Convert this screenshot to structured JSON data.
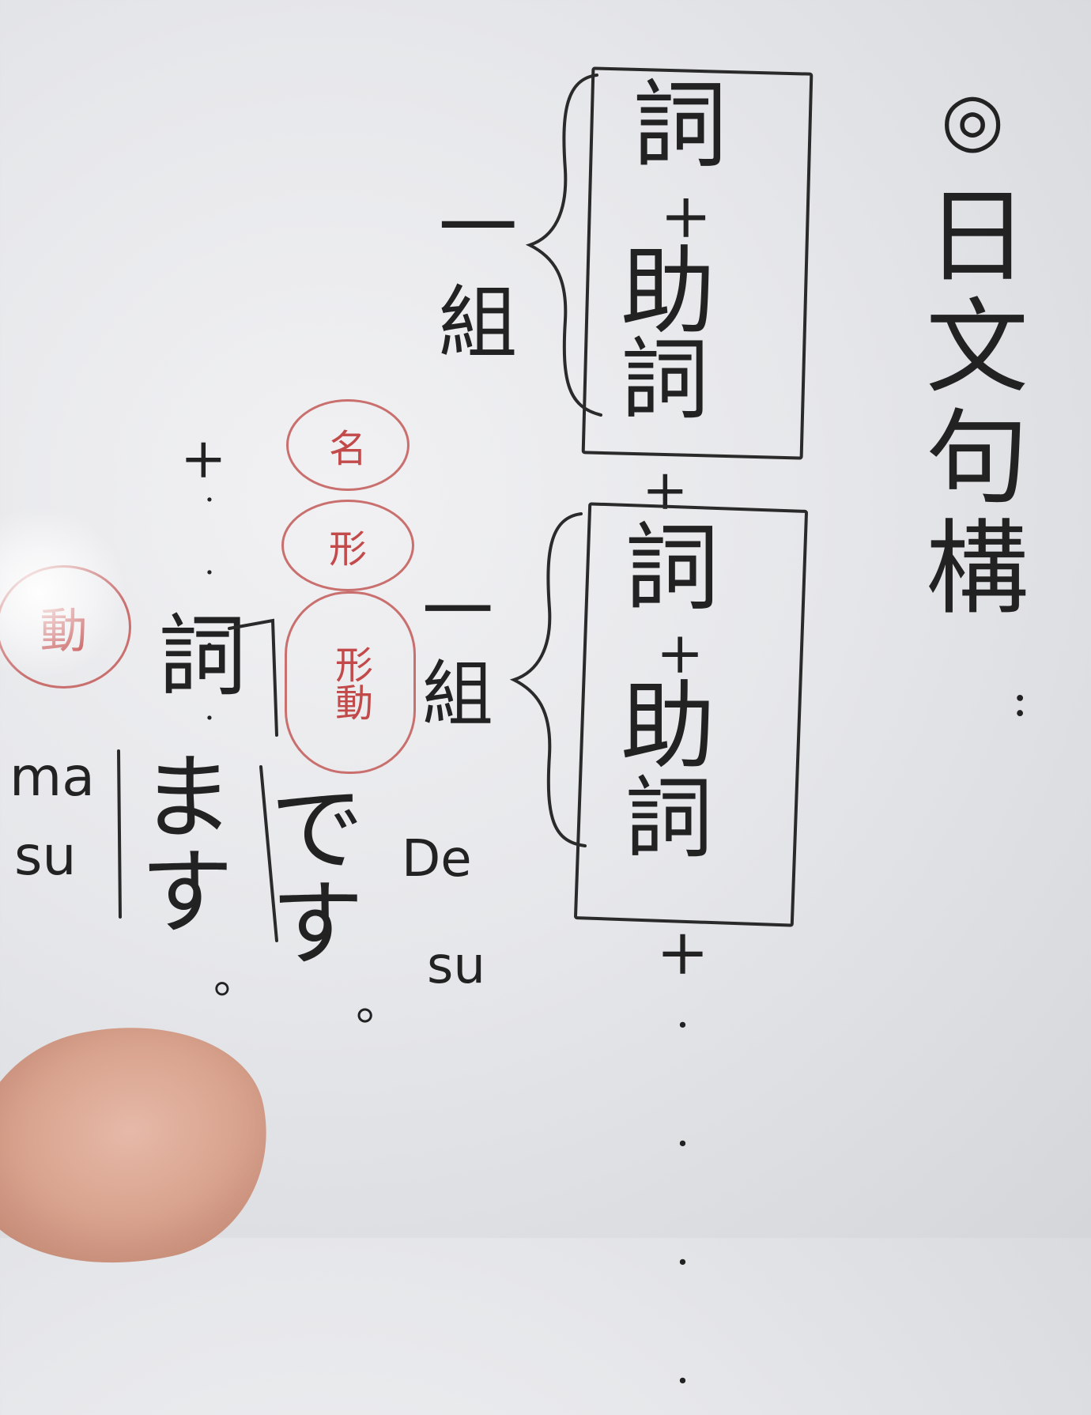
{
  "whiteboard": {
    "title": "日文句構",
    "title_colon": ":",
    "bullet_symbol": "◎",
    "box1": {
      "lines": [
        "詞",
        "+",
        "助",
        "詞"
      ]
    },
    "box2": {
      "lines": [
        "詞",
        "+",
        "助",
        "詞"
      ]
    },
    "group_label_1": "一組",
    "group_label_2": "一組",
    "plus_between": "+",
    "plus_continue": "+",
    "dots": "· · · ·",
    "left_plus": "+",
    "left_dots": "· · · ·",
    "left_word": "詞",
    "circled": [
      "名",
      "形",
      "形動",
      "動"
    ],
    "desu": "です",
    "desu_period": "。",
    "desu_romaji": [
      "De",
      "su"
    ],
    "masu": "ます",
    "masu_period": "。",
    "masu_romaji": [
      "ma",
      "su"
    ]
  }
}
